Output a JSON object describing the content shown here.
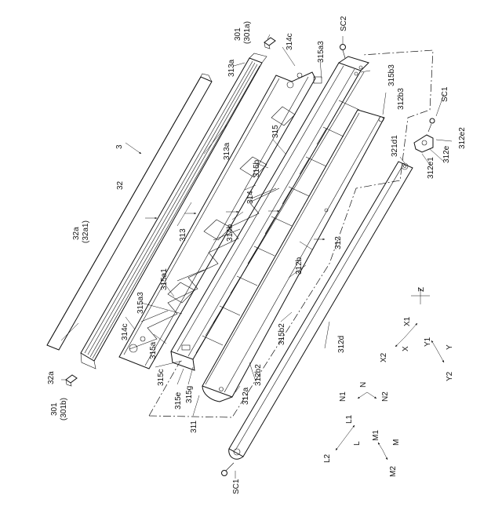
{
  "labels": {
    "sc2": "SC2",
    "l301a": "301",
    "l301a_sub": "(301a)",
    "l314c_top": "314c",
    "l315a3_top": "315a3",
    "l315b3": "315b3",
    "l312b3": "312b3",
    "l313a_top": "313a",
    "l313a_mid": "313a",
    "l315": "315",
    "l315b": "315b",
    "l314": "314",
    "l3": "3",
    "l32": "32",
    "l321d1": "321d1",
    "l32a_upper": "32a",
    "l32a1": "(32a1)",
    "l313": "313",
    "l314b": "314b",
    "l312": "312",
    "l312b": "312b",
    "l315a1": "315a1",
    "l315a3_low": "315a3",
    "l314c_low": "314c",
    "l315a": "315a",
    "l315b2": "315b2",
    "l312d": "312d",
    "l315c": "315c",
    "l312b2": "312b2",
    "l32a_lower": "32a",
    "l301b": "301",
    "l301b_sub": "(301b)",
    "l315e": "315e",
    "l315g": "315g",
    "l312a": "312a",
    "l311": "311",
    "sc1_top": "SC1",
    "l312e2": "312e2",
    "l312e": "312e",
    "l312e1": "312e1",
    "sc1_bottom": "SC1"
  },
  "axes": {
    "z": "Z",
    "x1": "X1",
    "x": "X",
    "x2": "X2",
    "y1": "Y1",
    "y": "Y",
    "y2": "Y2",
    "n1": "N1",
    "n": "N",
    "n2": "N2",
    "l1": "L1",
    "l": "L",
    "l2": "L2",
    "m1": "M1",
    "m": "M",
    "m2": "M2"
  }
}
